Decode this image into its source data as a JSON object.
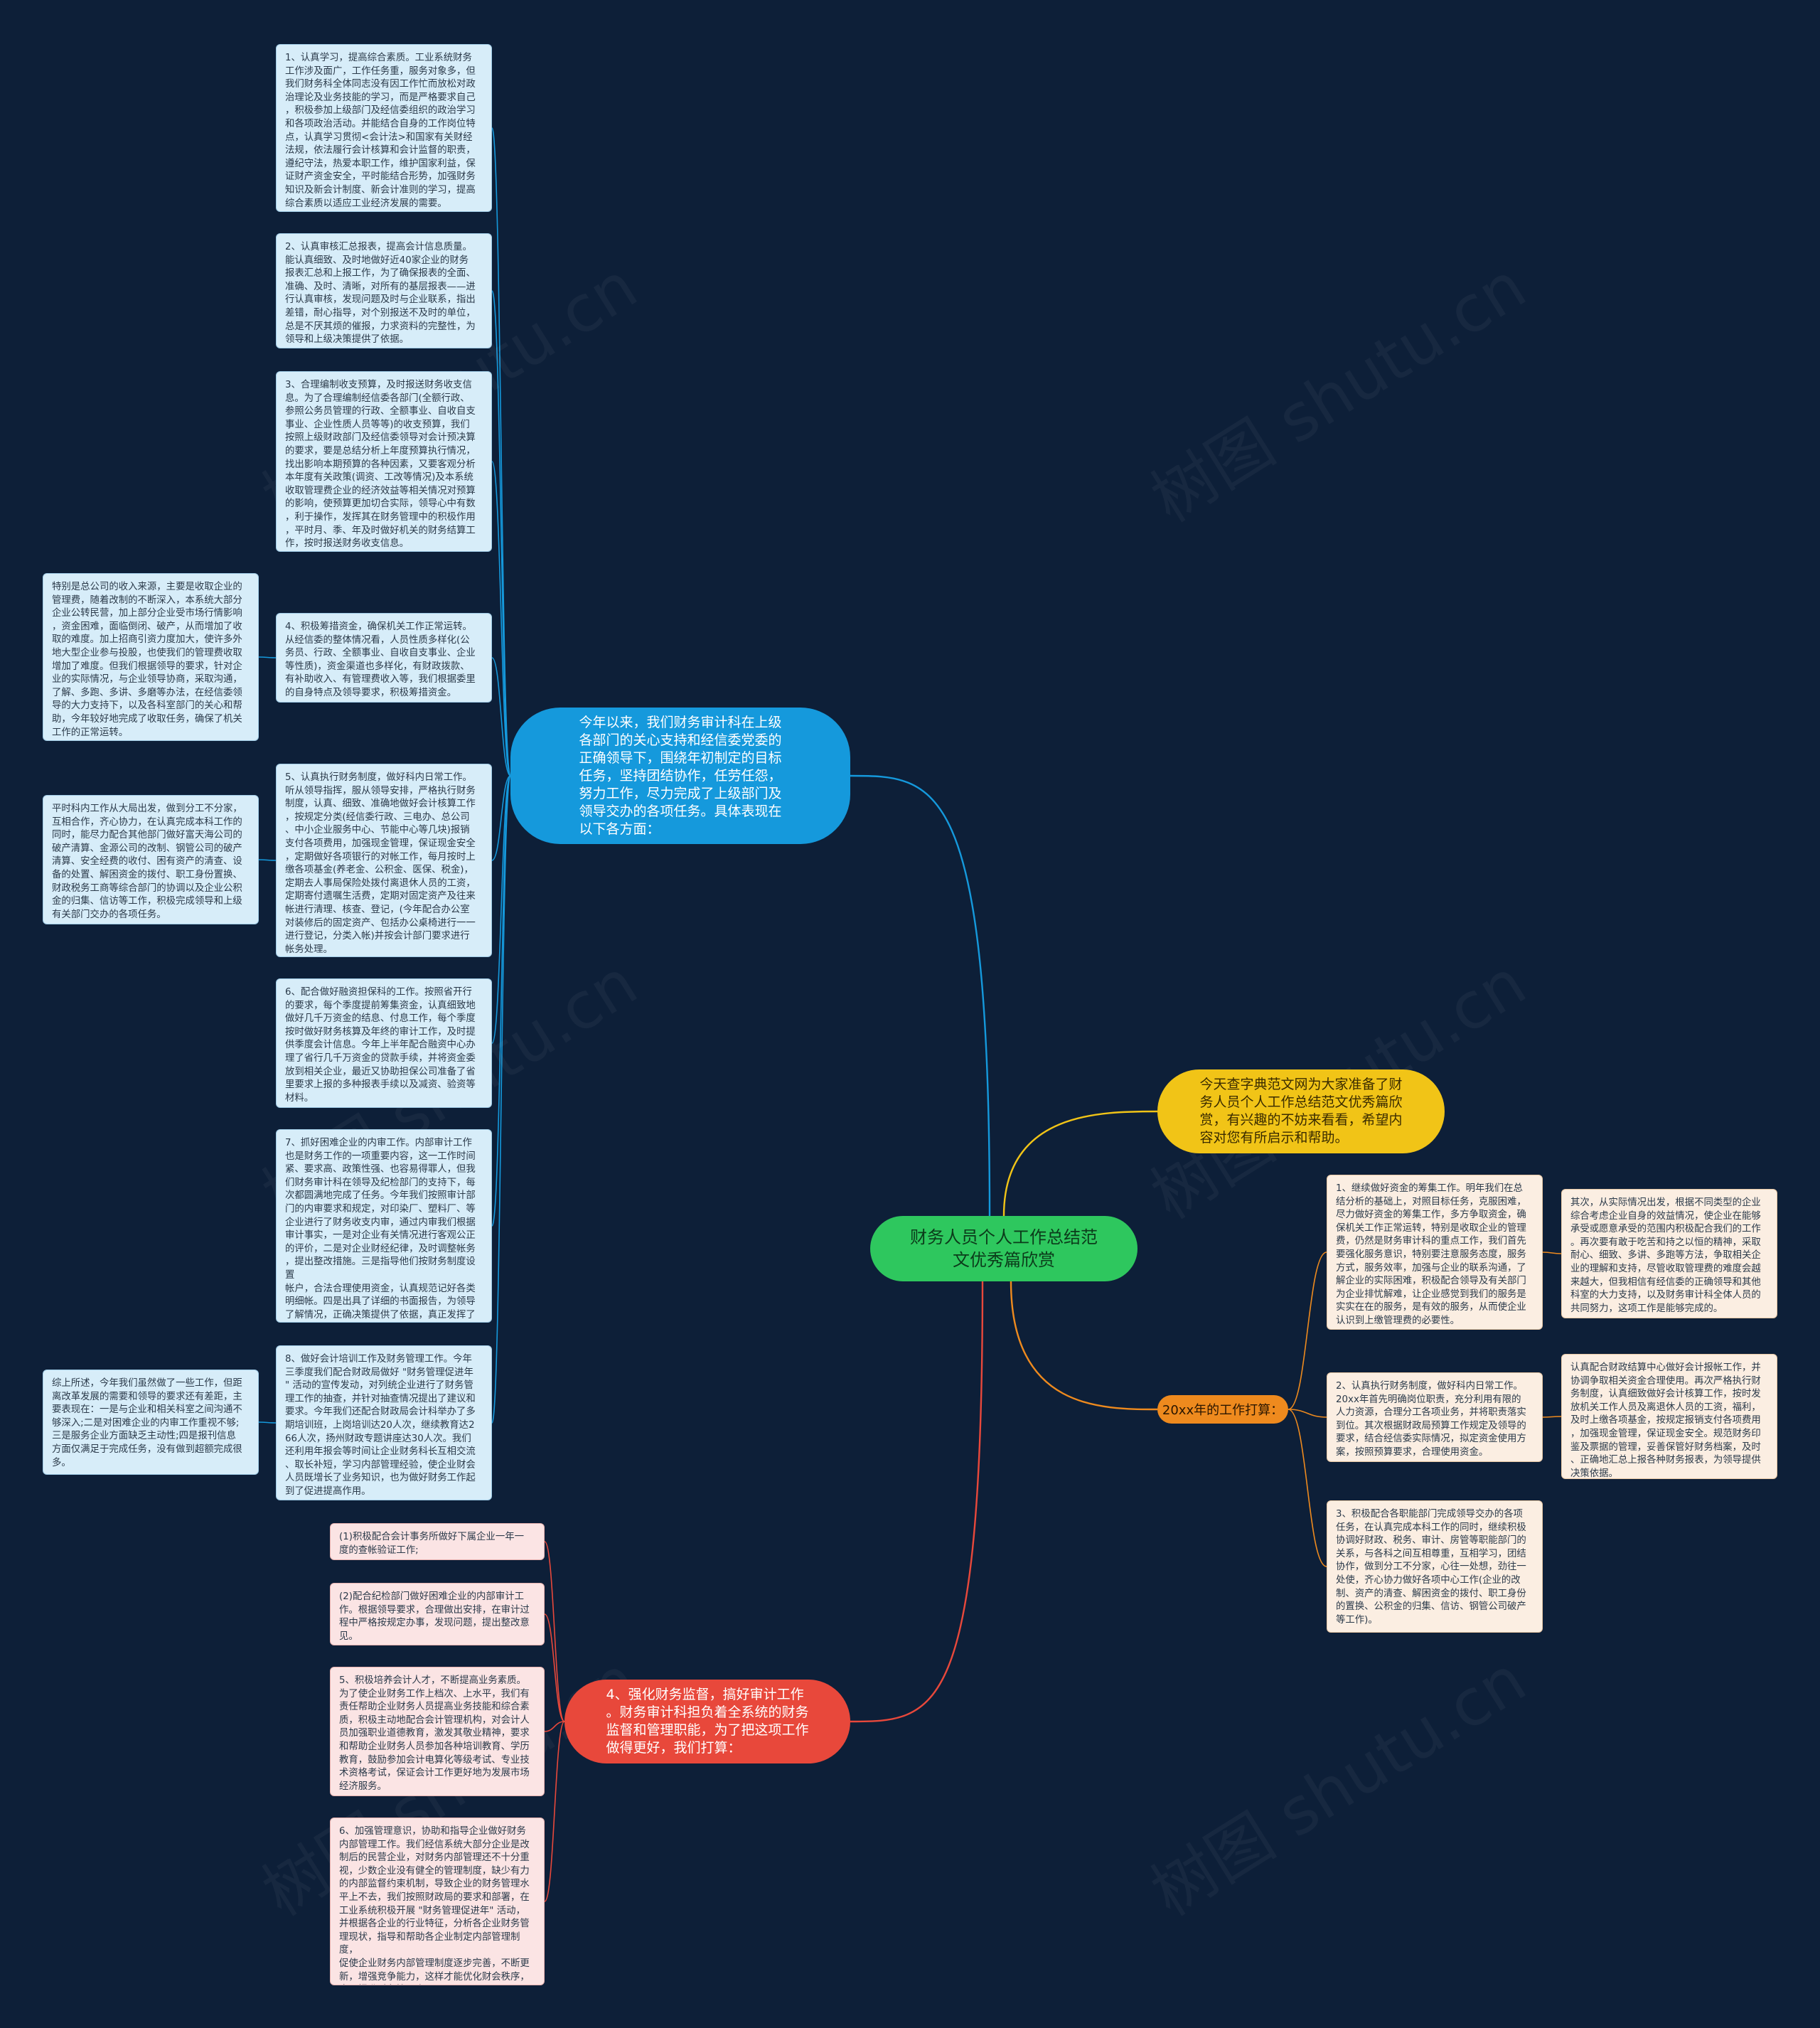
{
  "watermark": "树图 shutu.cn",
  "colors": {
    "background": "#0d1f38",
    "root": "#2ec75e",
    "branch_blue": "#1599dc",
    "branch_yellow": "#f1c417",
    "branch_orange": "#ee8a1e",
    "branch_red": "#e8483b"
  },
  "root": {
    "label": "财务人员个人工作总结范\n文优秀篇欣赏"
  },
  "branches": {
    "summary": {
      "label": "今年以来，我们财务审计科在上级\n各部门的关心支持和经信委党委的\n正确领导下，围绕年初制定的目标\n任务，坚持团结协作，任劳任怨，\n努力工作，尽力完成了上级部门及\n领导交办的各项任务。具体表现在\n以下各方面：",
      "items": [
        "1、认真学习，提高综合素质。工业系统财务\n工作涉及面广，工作任务重，服务对象多，但\n我们财务科全体同志没有因工作忙而放松对政\n治理论及业务技能的学习，而是严格要求自己\n，积极参加上级部门及经信委组织的政治学习\n和各项政治活动。并能结合自身的工作岗位特\n点，认真学习贯彻<会计法>和国家有关财经\n法规，依法履行会计核算和会计监督的职责，\n遵纪守法，热爱本职工作，维护国家利益，保\n证财产资金安全，平时能结合形势，加强财务\n知识及新会计制度、新会计准则的学习，提高\n综合素质以适应工业经济发展的需要。",
        "2、认真审核汇总报表，提高会计信息质量。\n能认真细致、及时地做好近40家企业的财务\n报表汇总和上报工作，为了确保报表的全面、\n准确、及时、清晰，对所有的基层报表——进\n行认真审核，发现问题及时与企业联系，指出\n差错，耐心指导，对个别报送不及时的单位，\n总是不厌其烦的催报，力求资料的完整性，为\n领导和上级决策提供了依据。",
        "3、合理编制收支预算，及时报送财务收支信\n息。为了合理编制经信委各部门(全额行政、\n参照公务员管理的行政、全额事业、自收自支\n事业、企业性质人员等等)的收支预算，我们\n按照上级财政部门及经信委领导对会计预决算\n的要求，要是总结分析上年度预算执行情况，\n找出影响本期预算的各种因素，又要客观分析\n本年度有关政策(调资、工改等情况)及本系统\n收取管理费企业的经济效益等相关情况对预算\n的影响，使预算更加切合实际，领导心中有数\n，利于操作，发挥其在财务管理中的积极作用\n，平时月、季、年及时做好机关的财务结算工\n作，按时报送财务收支信息。",
        "4、积极筹措资金，确保机关工作正常运转。\n从经信委的整体情况看，人员性质多样化(公\n务员、行政、全额事业、自收自支事业、企业\n等性质)，资金渠道也多样化，有财政拨款、\n有补助收入、有管理费收入等，我们根据委里\n的自身特点及领导要求，积极筹措资金。",
        "5、认真执行财务制度，做好科内日常工作。\n听从领导指挥，服从领导安排，严格执行财务\n制度，认真、细致、准确地做好会计核算工作\n，按规定分类(经信委行政、三电办、总公司\n、中小企业服务中心、节能中心等几块)报销\n支付各项费用，加强现金管理，保证现金安全\n，定期做好各项银行的对帐工作，每月按时上\n缴各项基金(养老金、公积金、医保、税金)，\n定期去人事局保险处拨付离退休人员的工资，\n定期寄付遗嘱生活费，定期对固定资产及往来\n帐进行清理、核查、登记，(今年配合办公室\n对装修后的固定资产、包括办公桌椅进行一一\n进行登记，分类入帐)并按会计部门要求进行\n帐务处理。",
        "6、配合做好融资担保科的工作。按照省开行\n的要求，每个季度提前筹集资金，认真细致地\n做好几千万资金的结息、付息工作，每个季度\n按时做好财务核算及年终的审计工作，及时提\n供季度会计信息。今年上半年配合融资中心办\n理了省行几千万资金的贷款手续，并将资金委\n放到相关企业，最近又协助担保公司准备了省\n里要求上报的多种报表手续以及减资、验资等\n材料。",
        "7、抓好困难企业的内审工作。内部审计工作\n也是财务工作的一项重要内容，这一工作时间\n紧、要求高、政策性强、也容易得罪人，但我\n们财务审计科在领导及纪检部门的支持下，每\n次都圆满地完成了任务。今年我们按照审计部\n门的内审要求和规定，对印染厂、塑料厂、等\n企业进行了财务收支内审，通过内审我们根据\n审计事实，一是对企业有关情况进行客观公正\n的评价，二是对企业财经纪律，及时调整帐务\n，提出整改措施。三是指导他们按财务制度设置\n帐户，合法合理使用资金，认真规范记好各类\n明细帐。四是出具了详细的书面报告，为领导\n了解情况，正确决策提供了依据，真正发挥了\n财务监督的职能。",
        "8、做好会计培训工作及财务管理工作。今年\n三季度我们配合财政局做好 \"财务管理促进年\n\" 活动的宣传发动，对列统企业进行了财务管\n理工作的抽查，并针对抽查情况提出了建议和\n要求。今年我们还配合财政局会计科举办了多\n期培训班，上岗培训达20人次，继续教育达2\n66人次，扬州财政专题讲座达30人次。我们\n还利用年报会等时间让企业财务科长互相交流\n、取长补短，学习内部管理经验，使企业财会\n人员既增长了业务知识，也为做好财务工作起\n到了促进提高作用。"
      ],
      "notes": [
        "特别是总公司的收入来源，主要是收取企业的\n管理费，随着改制的不断深入，本系统大部分\n企业公转民营，加上部分企业受市场行情影响\n，资金困难，面临倒闭、破产，从而增加了收\n取的难度。加上招商引资力度加大，使许多外\n地大型企业参与投股，也使我们的管理费收取\n增加了难度。但我们根据领导的要求，针对企\n业的实际情况，与企业领导协商，采取沟通，\n了解、多跑、多讲、多磨等办法，在经信委领\n导的大力支持下，以及各科室部门的关心和帮\n助，今年较好地完成了收取任务，确保了机关\n工作的正常运转。",
        "平时科内工作从大局出发，做到分工不分家，\n互相合作，齐心协力，在认真完成本科工作的\n同时，能尽力配合其他部门做好富天海公司的\n破产清算、金源公司的改制、钢管公司的破产\n清算、安全经费的收付、困有资产的清查、设\n备的处置、解困资金的拨付、职工身份置换、\n财政税务工商等综合部门的协调以及企业公积\n金的归集、信访等工作，积极完成领导和上级\n有关部门交办的各项任务。",
        "综上所述，今年我们虽然做了一些工作，但距\n离改革发展的需要和领导的要求还有差距，主\n要表现在：一是与企业和相关科室之间沟通不\n够深入;二是对困难企业的内审工作重视不够;\n三是服务企业方面缺乏主动性;四是报刊信息\n方面仅满足于完成任务，没有做到超额完成很\n多。"
      ]
    },
    "intro": {
      "label": "今天查字典范文网为大家准备了财\n务人员个人工作总结范文优秀篇欣\n赏，有兴趣的不妨来看看，希望内\n容对您有所启示和帮助。"
    },
    "plan": {
      "label": "20xx年的工作打算：",
      "items": [
        "1、继续做好资金的筹集工作。明年我们在总\n结分析的基础上，对照目标任务，克服困难，\n尽力做好资金的筹集工作，多方争取资金，确\n保机关工作正常运转，特别是收取企业的管理\n费，仍然是财务审计科的重点工作，我们首先\n要强化服务意识，特别要注意服务态度，服务\n方式，服务效率，加强与企业的联系沟通，了\n解企业的实际困难，积极配合领导及有关部门\n为企业排忧解难，让企业感觉到我们的服务是\n实实在在的服务，是有效的服务，从而使企业\n认识到上缴管理费的必要性。",
        "2、认真执行财务制度，做好科内日常工作。\n20xx年首先明确岗位职责，充分利用有限的\n人力资源，合理分工各项业务，并将职责落实\n到位。其次根据财政局预算工作规定及领导的\n要求，结合经信委实际情况，拟定资金使用方\n案，按照预算要求，合理使用资金。",
        "3、积极配合各职能部门完成领导交办的各项\n任务，在认真完成本科工作的同时，继续积极\n协调好财政、税务、审计、房管等职能部门的\n关系，与各科之间互相尊重，互相学习，团结\n协作，做到分工不分家，心往一处想，劲往一\n处使，齐心协力做好各项中心工作(企业的改\n制、资产的清查、解困资金的拨付、职工身份\n的置换、公积金的归集、信访、钢管公司破产\n等工作)。"
      ],
      "notes": [
        "其次，从实际情况出发，根据不同类型的企业\n综合考虑企业自身的效益情况，使企业在能够\n承受或愿意承受的范围内积极配合我们的工作\n。再次要有敢于吃苦和持之以恒的精神，采取\n耐心、细致、多讲、多跑等方法，争取相关企\n业的理解和支持，尽管收取管理费的难度会越\n来越大，但我相信有经信委的正确领导和其他\n科室的大力支持，以及财务审计科全体人员的\n共同努力，这项工作是能够完成的。",
        "认真配合财政结算中心做好会计报帐工作，并\n协调争取相关资金合理使用。再次严格执行财\n务制度，认真细致做好会计核算工作，按时发\n放机关工作人员及离退休人员的工资，福利，\n及时上缴各项基金，按规定报销支付各项费用\n，加强现金管理，保证现金安全。规范财务印\n鉴及票据的管理，妥善保管好财务档案，及时\n、正确地汇总上报各种财务报表，为领导提供\n决策依据。"
      ]
    },
    "audit": {
      "label": "4、强化财务监督，搞好审计工作\n。财务审计科担负着全系统的财务\n监督和管理职能，为了把这项工作\n做得更好，我们打算：",
      "items": [
        "(1)积极配合会计事务所做好下属企业一年一\n度的查帐验证工作;",
        "(2)配合纪检部门做好困难企业的内部审计工\n作。根据领导要求，合理做出安排，在审计过\n程中严格按规定办事，发现问题，提出整改意\n见。",
        "5、积极培养会计人才，不断提高业务素质。\n为了使企业财务工作上档次、上水平，我们有\n责任帮助企业财务人员提高业务技能和综合素\n质，积极主动地配合会计管理机构，对会计人\n员加强职业道德教育，激发其敬业精神，要求\n和帮助企业财务人员参加各种培训教育、学历\n教育，鼓励参加会计电算化等级考试、专业技\n术资格考试，保证会计工作更好地为发展市场\n经济服务。",
        "6、加强管理意识，协助和指导企业做好财务\n内部管理工作。我们经信系统大部分企业是改\n制后的民营企业，对财务内部管理还不十分重\n视，少数企业没有健全的管理制度，缺少有力\n的内部监督约束机制，导致企业的财务管理水\n平上不去，我们按照财政局的要求和部署，在\n工业系统积极开展 \"财务管理促进年\" 活动，\n并根据各企业的行业特征，分析各企业财务管\n理现状，指导和帮助各企业制定内部管理制度，\n促使企业财务内部管理制度逐步完善，不断更\n新，增强竞争能力，这样才能优化财会秩序，\n全面提升财务管理水平。"
      ]
    }
  }
}
